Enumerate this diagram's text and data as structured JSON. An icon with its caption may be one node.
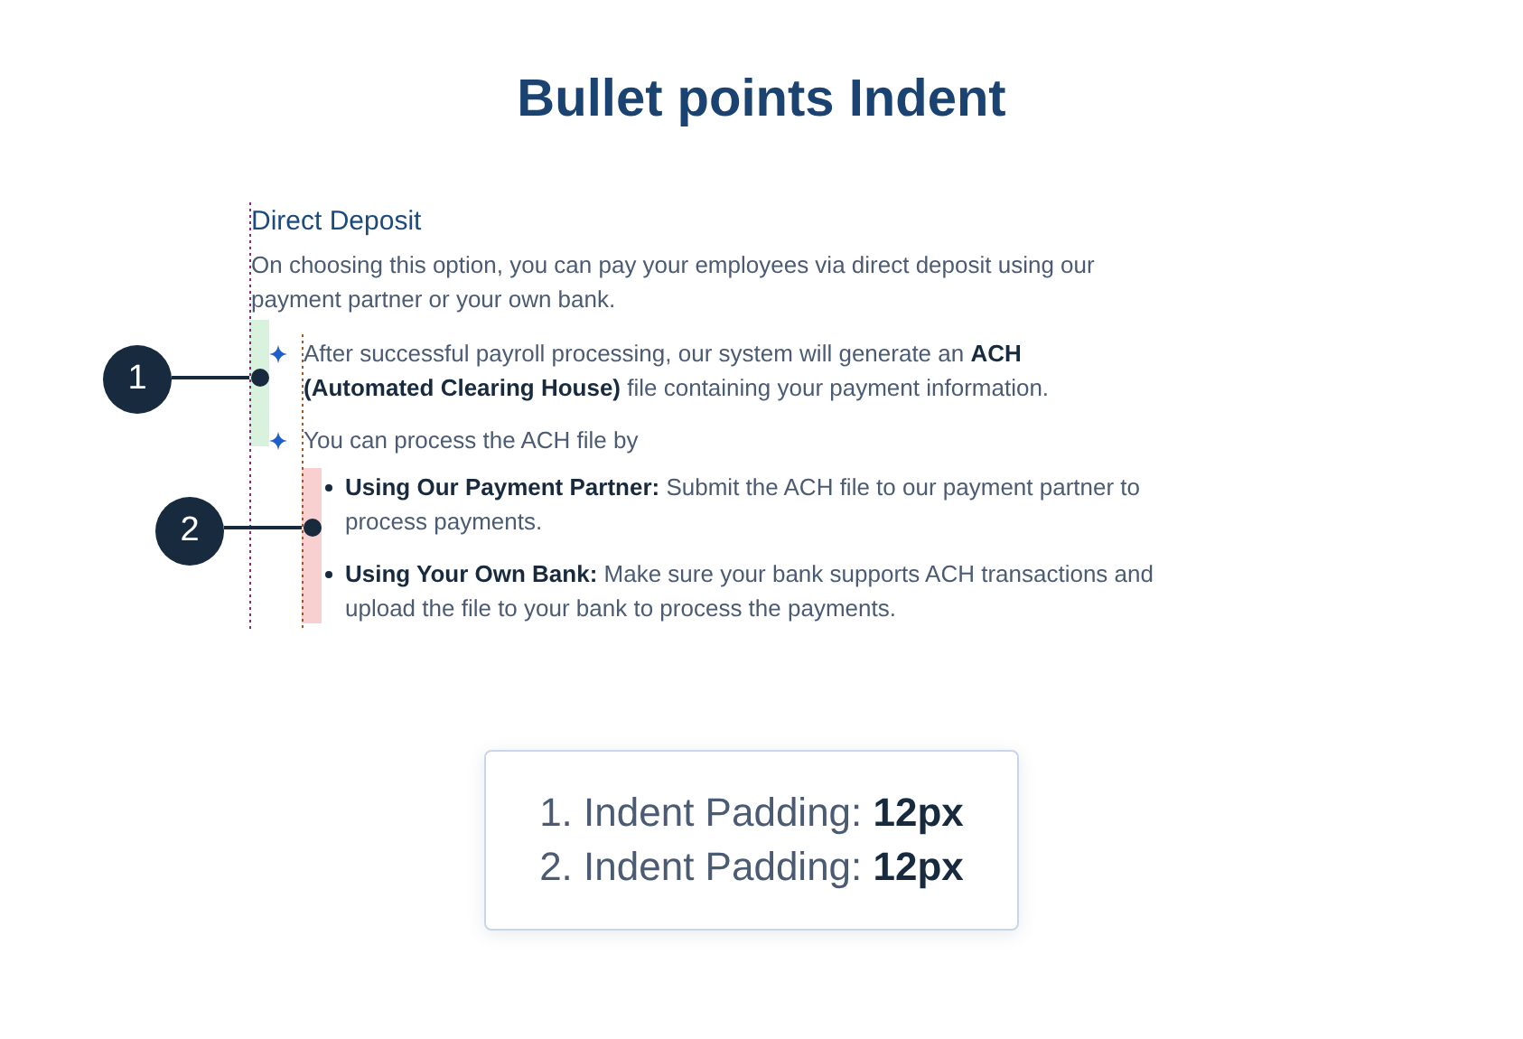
{
  "diagram": {
    "title": "Bullet points Indent",
    "nodes": [
      {
        "text": [
          "1"
        ]
      },
      {
        "text": [],
        "shape": "bar"
      },
      {
        "text": [
          "2"
        ]
      },
      {
        "text": [],
        "shape": "bar"
      },
      {
        "text": [
          "1. Indent Padding: **12px**",
          "2. Indent Padding: **12px**"
        ]
      }
    ],
    "edges": [
      {
        "from": 0,
        "to": 1,
        "arrow": "other"
      },
      {
        "from": 2,
        "to": 3,
        "arrow": "other"
      }
    ],
    "labels": [
      "Direct Deposit",
      "On choosing this option, you can pay your employees via direct deposit using our payment partner or your own bank.",
      "After successful payroll processing, our system will generate an **ACH (Automated Clearing House)** file containing your payment information.",
      "You can process the ACH file by",
      "**Using Our Payment Partner:** Submit the ACH file to our payment partner to process payments.",
      "**Using Your Own Bank:** Make sure your bank supports ACH transactions and upload the file to your bank to process the payments."
    ]
  }
}
